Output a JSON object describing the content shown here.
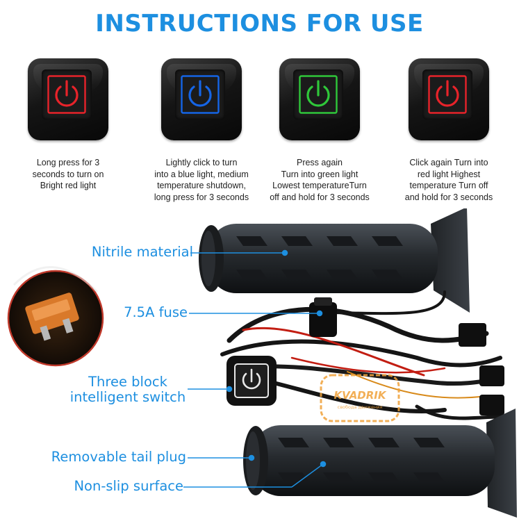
{
  "title": "INSTRUCTIONS FOR USE",
  "colors": {
    "accent": "#1d8fe0",
    "red_light": "#e8232a",
    "blue_light": "#1565e6",
    "green_light": "#2fc83a"
  },
  "steps": [
    {
      "light": "red",
      "icon": "power-icon",
      "lines": [
        "Long press for 3",
        "seconds to turn on",
        "Bright red light"
      ]
    },
    {
      "light": "blue",
      "icon": "power-icon",
      "lines": [
        "Lightly click to turn",
        "into a blue light, medium",
        "temperature shutdown,",
        "long press for 3 seconds"
      ]
    },
    {
      "light": "green",
      "icon": "power-icon",
      "lines": [
        "Press again",
        "Turn into green light",
        "Lowest temperatureTurn",
        "off and hold for 3 seconds"
      ]
    },
    {
      "light": "red",
      "icon": "power-icon",
      "lines": [
        "Click again Turn into",
        "red light Highest",
        "temperature Turn off",
        "and hold for 3 seconds"
      ]
    }
  ],
  "callouts": {
    "nitrile": "Nitrile material",
    "fuse": "7.5A fuse",
    "switch_line1": "Three block",
    "switch_line2": "intelligent switch",
    "tail_plug": "Removable tail plug",
    "non_slip": "Non-slip surface"
  },
  "watermark": {
    "brand": "KVADRIK",
    "tagline": "свобода движения"
  }
}
